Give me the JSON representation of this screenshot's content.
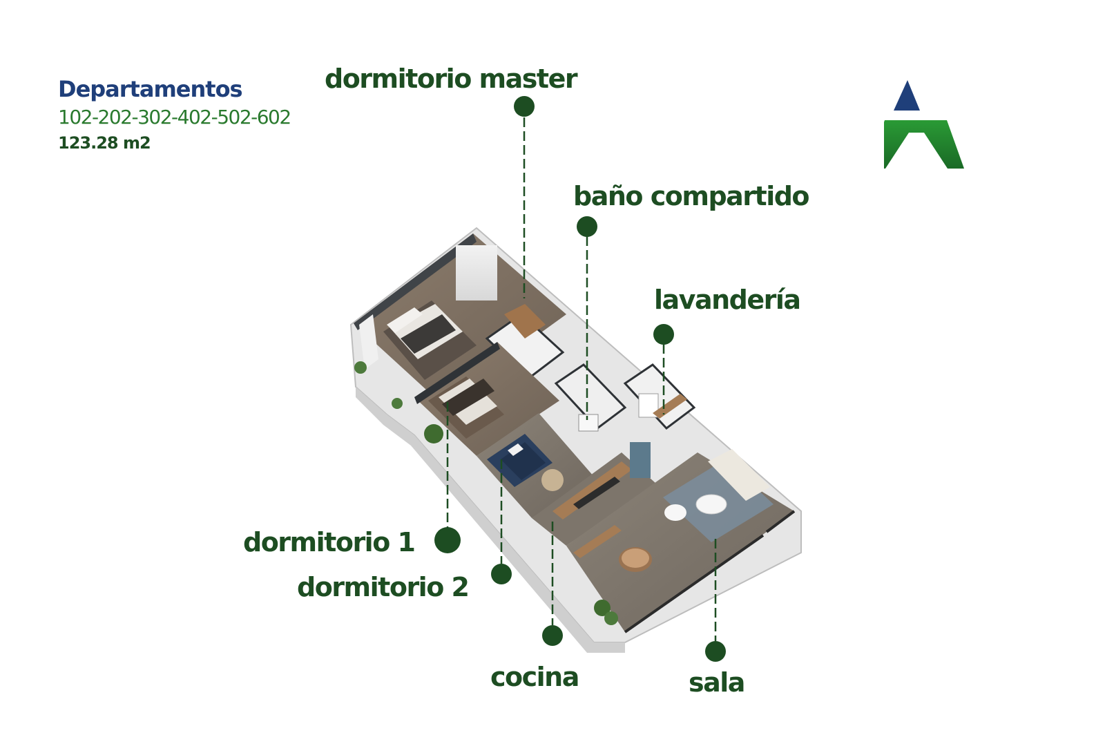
{
  "header": {
    "title": "Departamentos",
    "units": "102-202-302-402-502-602",
    "area": "123.28 m2"
  },
  "rooms": {
    "dormitorio_master": "dormitorio master",
    "bano_compartido": "baño compartido",
    "lavanderia": "lavandería",
    "dormitorio_1": "dormitorio 1",
    "dormitorio_2": "dormitorio 2",
    "cocina": "cocina",
    "sala": "sala"
  },
  "colors": {
    "label_green": "#1d4d22",
    "marker_green": "#1d4d22",
    "title_blue": "#1f3f7a",
    "units_green": "#2a7a2e",
    "logo_blue": "#1f3f7a",
    "logo_green": "#23852f"
  },
  "logo": {
    "icon": "triangle-a-logo"
  },
  "render": {
    "icon": "isometric-floor-plan-image"
  }
}
